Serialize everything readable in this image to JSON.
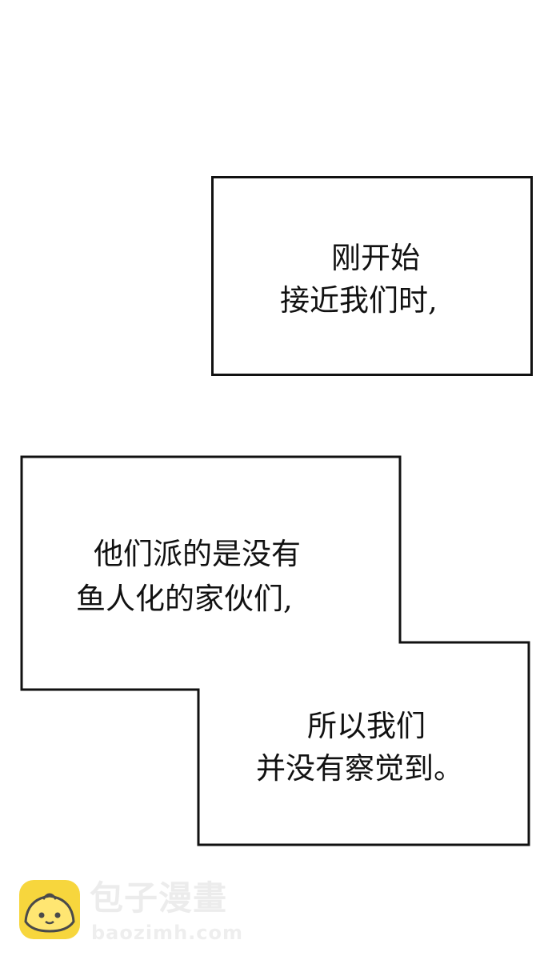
{
  "captions": [
    {
      "lines": [
        "刚开始",
        "接近我们时,"
      ]
    },
    {
      "lines": [
        "他们派的是没有",
        "鱼人化的家伙们,"
      ]
    },
    {
      "lines": [
        "所以我们",
        "并没有察觉到。"
      ]
    }
  ],
  "watermark": {
    "logo_icon": "bun-mascot-icon",
    "title": "包子漫畫",
    "url": "baozimh.com"
  },
  "colors": {
    "background": "#ffffff",
    "outline": "#111111",
    "text": "#111111",
    "logo": "#f6cf1c",
    "watermark_text": "#e9e9e9"
  }
}
